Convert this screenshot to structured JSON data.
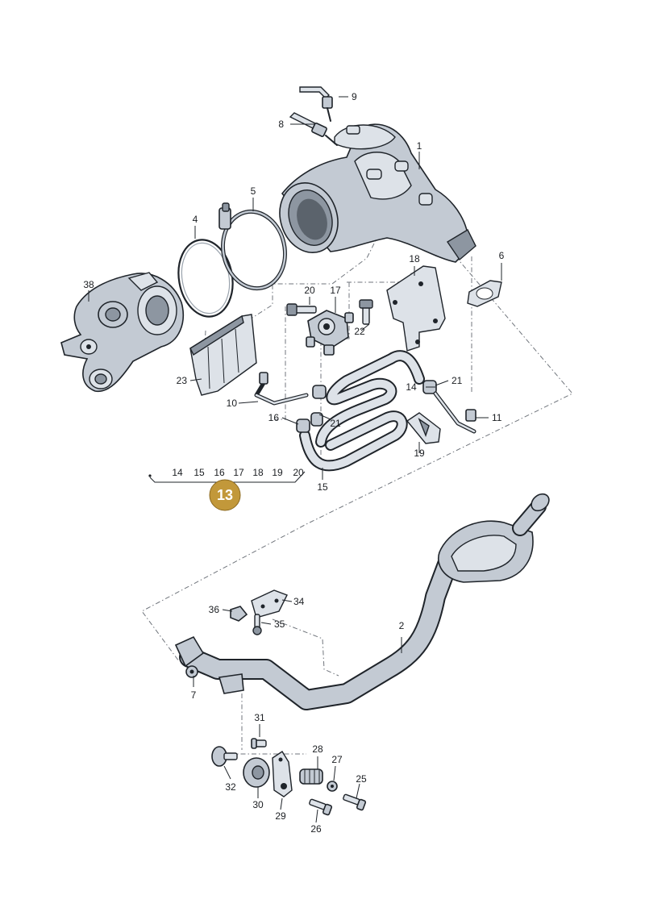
{
  "callouts": {
    "c1": "1",
    "c2": "2",
    "c4": "4",
    "c5": "5",
    "c6": "6",
    "c7": "7",
    "c8": "8",
    "c9": "9",
    "c10": "10",
    "c11": "11",
    "c14": "14",
    "c15": "15",
    "c16": "16",
    "c17": "17",
    "c18": "18",
    "c19": "19",
    "c20": "20",
    "c21a": "21",
    "c21b": "21",
    "c22": "22",
    "c23": "23",
    "c25": "25",
    "c26": "26",
    "c27": "27",
    "c28": "28",
    "c29": "29",
    "c30": "30",
    "c31": "31",
    "c32": "32",
    "c34": "34",
    "c35": "35",
    "c36": "36",
    "c38": "38"
  },
  "group": {
    "members": [
      "14",
      "15",
      "16",
      "17",
      "18",
      "19",
      "20"
    ],
    "badge": "13"
  },
  "colors": {
    "badge": "#c2983a",
    "part_metal": "#c3cad3",
    "outline": "#1f242a"
  }
}
